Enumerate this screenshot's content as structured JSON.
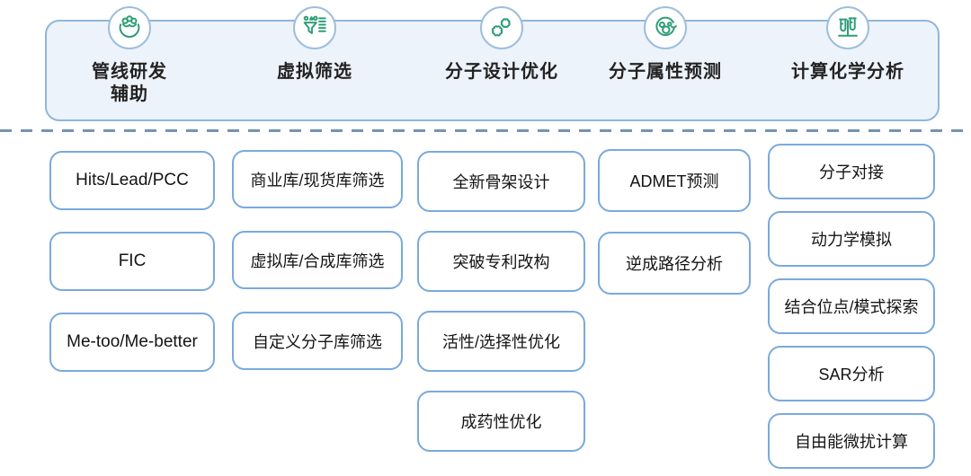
{
  "colors": {
    "header_fill": "#edf3fa",
    "header_border": "#90b6d9",
    "icon_circle_border": "#9dbede",
    "icon_green": "#2f9e77",
    "box_border": "#7aa9dd",
    "divider_dash": "#7593b3",
    "text": "#222222"
  },
  "header": {
    "items": [
      {
        "label": "管线研发\n辅助",
        "icon": "dish-molecules-icon"
      },
      {
        "label": "虚拟筛选",
        "icon": "funnel-filter-icon"
      },
      {
        "label": "分子设计优化",
        "icon": "molecule-fragments-icon"
      },
      {
        "label": "分子属性预测",
        "icon": "cycle-molecules-icon"
      },
      {
        "label": "计算化学分析",
        "icon": "test-tubes-icon"
      }
    ]
  },
  "columns": [
    {
      "items": [
        "Hits/Lead/PCC",
        "FIC",
        "Me-too/Me-better"
      ]
    },
    {
      "items": [
        "商业库/现货库筛选",
        "虚拟库/合成库筛选",
        "自定义分子库筛选"
      ]
    },
    {
      "items": [
        "全新骨架设计",
        "突破专利改构",
        "活性/选择性优化",
        "成药性优化"
      ]
    },
    {
      "items": [
        "ADMET预测",
        "逆成路径分析"
      ]
    },
    {
      "items": [
        "分子对接",
        "动力学模拟",
        "结合位点/模式探索",
        "SAR分析",
        "自由能微扰计算"
      ]
    }
  ]
}
